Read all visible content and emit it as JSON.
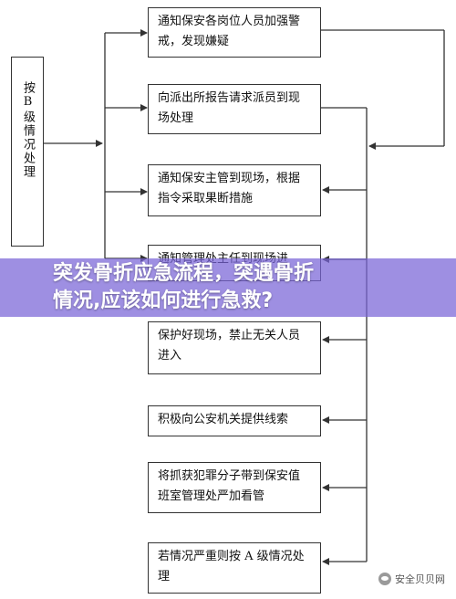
{
  "left_box": {
    "label": "按B级情况处理"
  },
  "steps": [
    {
      "text": "通知保安各岗位人员加强警戒，发现嫌疑"
    },
    {
      "text": "向派出所报告请求派员到现场处理"
    },
    {
      "text": "通知保安主管到现场，根据指令采取果断措施"
    },
    {
      "text": "通知管理处主任到现场进"
    },
    {
      "text": "保护好现场，禁止无关人员进入"
    },
    {
      "text": "积极向公安机关提供线索"
    },
    {
      "text": "将抓获犯罪分子带到保安值班室管理处严加看管"
    },
    {
      "text": "若情况严重则按 A 级情况处理"
    }
  ],
  "banner": {
    "line1": "突发骨折应急流程，突遇骨折",
    "line2": "情况,应该如何进行急救?"
  },
  "watermark": {
    "text": "安全贝贝网",
    "icon": "chat-bubble-icon"
  },
  "colors": {
    "banner_bg": "#7864d7",
    "line": "#333333"
  }
}
